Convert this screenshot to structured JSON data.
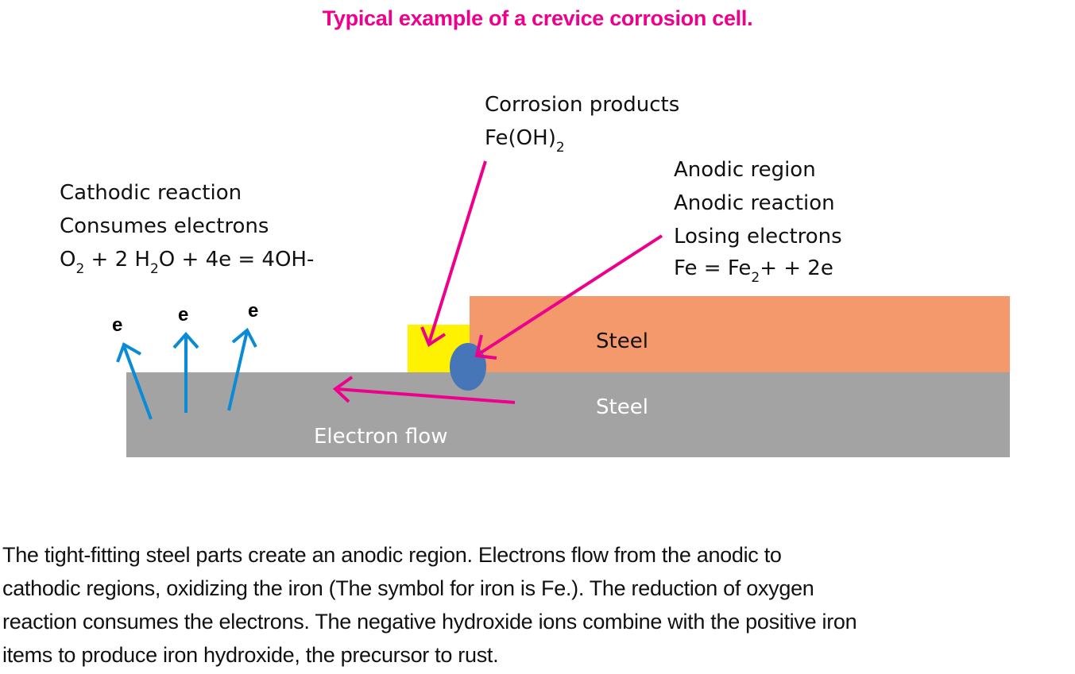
{
  "title": "Typical example of a crevice corrosion cell.",
  "colors": {
    "title": "#ec008c",
    "pointer_arrows": "#ec008c",
    "electron_arrows": "#0a8bd6",
    "base_steel": "#a3a3a3",
    "top_steel": "#f4996b",
    "corrosion_product": "#fff200",
    "anode_spot": "#4676b8"
  },
  "cathodic": {
    "line1": "Cathodic reaction",
    "line2": "Consumes electrons",
    "equation": {
      "o": "O",
      "o_sub": "2",
      "mid1": " + 2 H",
      "h_sub": "2",
      "rest": "O + 4e = 4OH-"
    }
  },
  "corrosion_products": {
    "line1": "Corrosion products",
    "formula": "Fe(OH)",
    "formula_sub": "2"
  },
  "anodic": {
    "line1": "Anodic region",
    "line2": "Anodic reaction",
    "line3": "Losing electrons",
    "equation": {
      "start": "Fe = Fe",
      "sub": "2",
      "rest": "+ + 2e"
    }
  },
  "electron_labels": [
    "e",
    "e",
    "e"
  ],
  "labels": {
    "top_steel": "Steel",
    "base_steel": "Steel",
    "electron_flow": "Electron flow"
  },
  "caption": [
    "The tight-fitting steel parts create an anodic region. Electrons flow from the anodic to",
    "cathodic regions, oxidizing the iron (The symbol for iron is Fe.). The reduction of oxygen",
    "reaction consumes the electrons. The negative hydroxide ions combine with the positive iron",
    "items to produce iron hydroxide, the precursor to rust."
  ]
}
